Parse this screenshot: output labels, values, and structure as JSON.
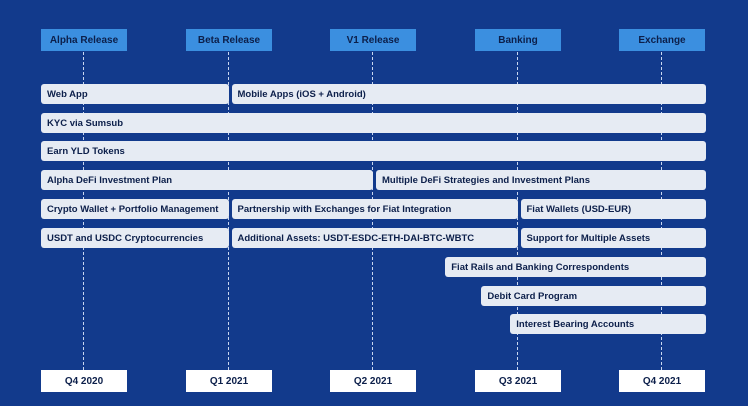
{
  "milestones": [
    "Alpha Release",
    "Beta Release",
    "V1  Release",
    "Banking",
    "Exchange"
  ],
  "quarters": [
    "Q4 2020",
    "Q1 2021",
    "Q2 2021",
    "Q3 2021",
    "Q4 2021"
  ],
  "bars": [
    {
      "label": "Web App",
      "start": 0,
      "end": 1.0
    },
    {
      "label": "Mobile Apps (iOS + Android)",
      "start": 1.0,
      "end": 4.3
    },
    {
      "label": "KYC via Sumsub",
      "start": 0,
      "end": 4.3
    },
    {
      "label": "Earn YLD Tokens",
      "start": 0,
      "end": 4.3
    },
    {
      "label": "Alpha DeFi Investment Plan",
      "start": 0,
      "end": 2.0
    },
    {
      "label": "Multiple DeFi Strategies and Investment Plans",
      "start": 2.0,
      "end": 4.3
    },
    {
      "label": "Crypto Wallet + Portfolio Management",
      "start": 0,
      "end": 1.0
    },
    {
      "label": "Partnership with Exchanges for Fiat Integration",
      "start": 1.0,
      "end": 3.0
    },
    {
      "label": "Fiat Wallets (USD-EUR)",
      "start": 3.0,
      "end": 4.3
    },
    {
      "label": "USDT and USDC Cryptocurrencies",
      "start": 0,
      "end": 1.0
    },
    {
      "label": "Additional Assets: USDT-ESDC-ETH-DAI-BTC-WBTC",
      "start": 1.0,
      "end": 3.0
    },
    {
      "label": "Support for Multiple Assets",
      "start": 3.0,
      "end": 4.3
    },
    {
      "label": "Fiat Rails and Banking Correspondents",
      "start": 2.5,
      "end": 4.3
    },
    {
      "label": "Debit Card Program",
      "start": 2.75,
      "end": 4.3
    },
    {
      "label": "Interest Bearing Accounts",
      "start": 2.95,
      "end": 4.3
    }
  ]
}
